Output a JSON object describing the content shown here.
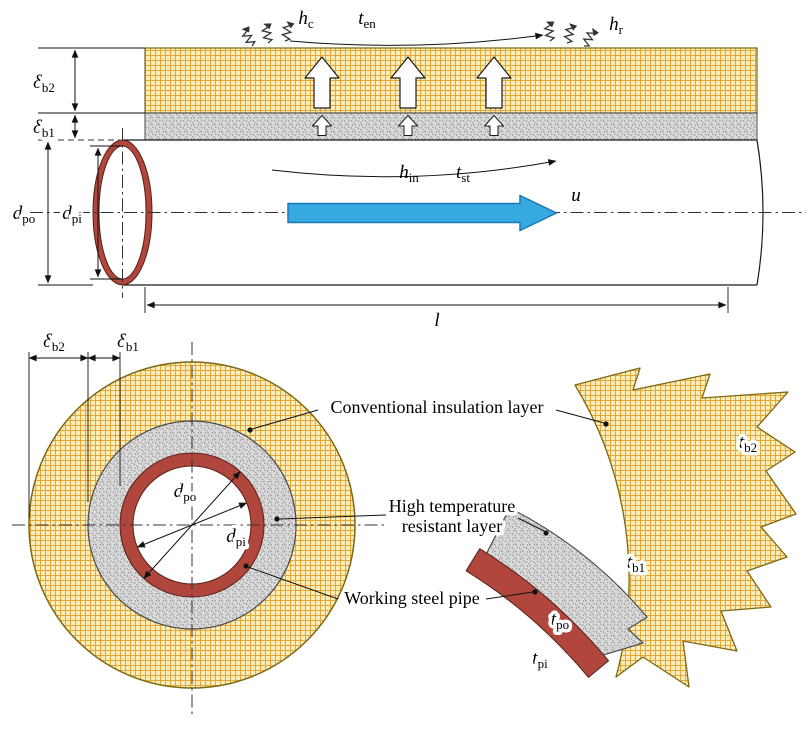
{
  "sym": {
    "delta_b2": {
      "m": "δ",
      "s": "b2"
    },
    "delta_b1": {
      "m": "δ",
      "s": "b1"
    },
    "d_po": {
      "m": "d",
      "s": "po"
    },
    "d_pi": {
      "m": "d",
      "s": "pi"
    },
    "h_c": {
      "m": "h",
      "s": "c"
    },
    "t_en": {
      "m": "t",
      "s": "en"
    },
    "h_r": {
      "m": "h",
      "s": "r"
    },
    "h_in": {
      "m": "h",
      "s": "in"
    },
    "t_st": {
      "m": "t",
      "s": "st"
    },
    "u": {
      "m": "u",
      "s": ""
    },
    "l": {
      "m": "l",
      "s": ""
    },
    "t_b2": {
      "m": "t",
      "s": "b2"
    },
    "t_b1": {
      "m": "t",
      "s": "b1"
    },
    "t_po": {
      "m": "t",
      "s": "po"
    },
    "t_pi": {
      "m": "t",
      "s": "pi"
    }
  },
  "labels": {
    "conventional_insulation": "Conventional insulation layer",
    "high_temperature_line1": "High temperature",
    "high_temperature_line2": "resistant layer",
    "working_steel_pipe": "Working steel pipe"
  },
  "colors": {
    "insulation_fill": "#FBEDBB",
    "insulation_grid": "#E1A837",
    "insulation_edge": "#7B6914",
    "resistant_fill": "#DADADA",
    "resistant_dot": "#8C8C8C",
    "resistant_edge": "#4A4A4A",
    "pipe_red": "#B1473C",
    "pipe_red_edge": "#56201B",
    "flow_blue": "#36A9E1",
    "flow_blue_edge": "#1B78B5"
  }
}
